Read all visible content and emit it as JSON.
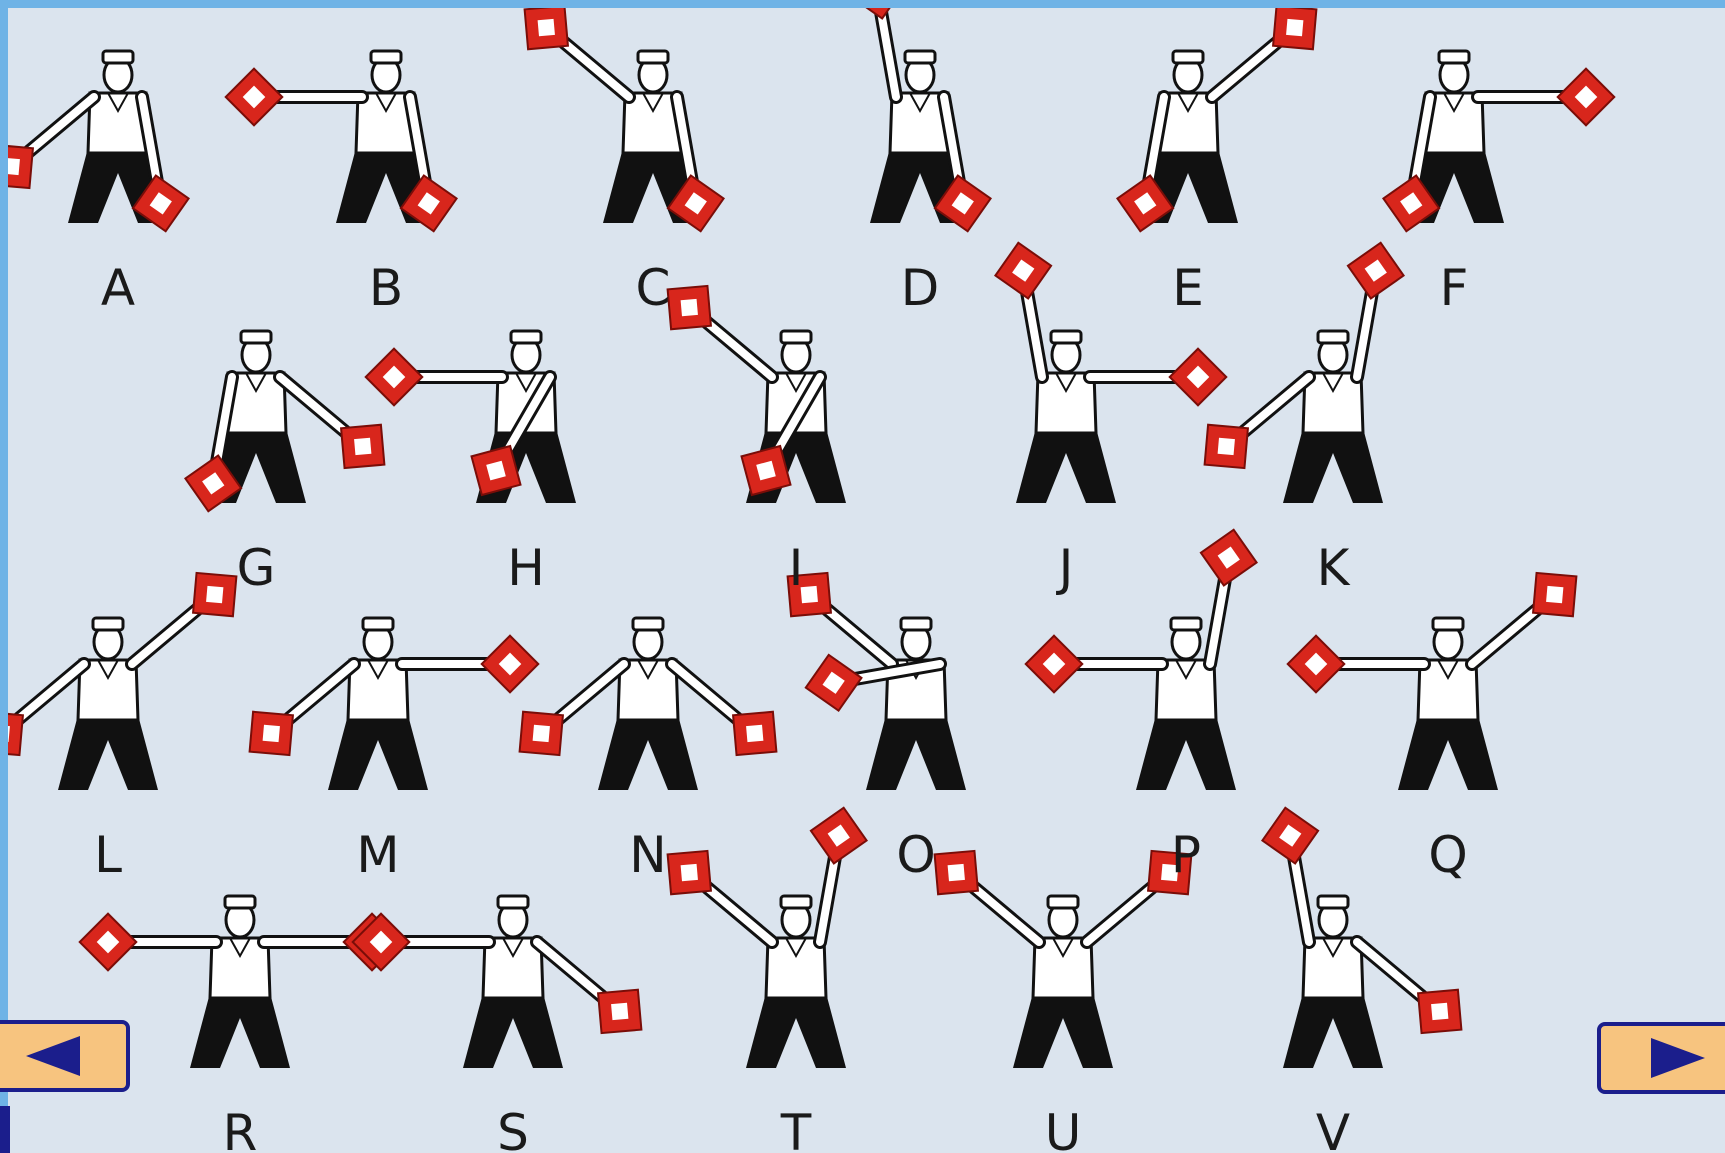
{
  "signals": [
    {
      "letter": "A",
      "left": "low",
      "right": "down"
    },
    {
      "letter": "B",
      "left": "out",
      "right": "down"
    },
    {
      "letter": "C",
      "left": "high",
      "right": "down"
    },
    {
      "letter": "D",
      "left": "up",
      "right": "down"
    },
    {
      "letter": "E",
      "left": "down",
      "right": "high"
    },
    {
      "letter": "F",
      "left": "down",
      "right": "out"
    },
    {
      "letter": "G",
      "left": "down",
      "right": "low"
    },
    {
      "letter": "H",
      "left": "out",
      "right": "across"
    },
    {
      "letter": "I",
      "left": "high",
      "right": "across"
    },
    {
      "letter": "J",
      "left": "up",
      "right": "out"
    },
    {
      "letter": "K",
      "left": "low",
      "right": "up"
    },
    {
      "letter": "L",
      "left": "low",
      "right": "high"
    },
    {
      "letter": "M",
      "left": "low",
      "right": "out"
    },
    {
      "letter": "N",
      "left": "low",
      "right": "low"
    },
    {
      "letter": "O",
      "left": "high",
      "right": "across-out"
    },
    {
      "letter": "P",
      "left": "out",
      "right": "up"
    },
    {
      "letter": "Q",
      "left": "out",
      "right": "high"
    },
    {
      "letter": "R",
      "left": "out",
      "right": "out"
    },
    {
      "letter": "S",
      "left": "out",
      "right": "low"
    },
    {
      "letter": "T",
      "left": "high",
      "right": "up"
    },
    {
      "letter": "U",
      "left": "high",
      "right": "high"
    },
    {
      "letter": "V",
      "left": "up",
      "right": "low"
    }
  ],
  "navigation": {
    "prev_icon": "triangle-left-icon",
    "next_icon": "triangle-right-icon"
  },
  "colors": {
    "page_border": "#6fb3e6",
    "background": "#dbe4ee",
    "flag": "#d8261c",
    "figure": "#111111",
    "button_fill": "#f7c47f",
    "button_border": "#1b1e8c"
  }
}
